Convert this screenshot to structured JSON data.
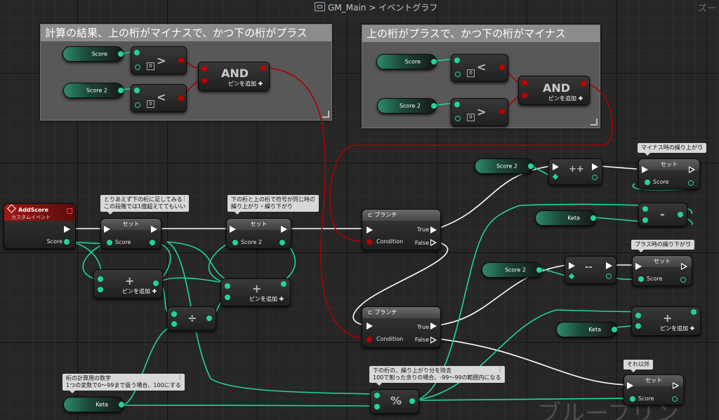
{
  "titlebar": {
    "graph_name": "GM_Main",
    "separator": ">",
    "graph_type": "イベントグラフ",
    "zoom": "ズー"
  },
  "comments": [
    {
      "title": "計算の結果、上の桁がマイナスで、かつ下の桁がプラス"
    },
    {
      "title": "上の桁がプラスで、かつ下の桁がマイナス"
    }
  ],
  "notes": {
    "first_set": [
      "とりあえず下の桁に足してみる",
      "この段階では1億超えててもいい"
    ],
    "second_set": [
      "下の桁と上の桁で符号が同じ時の",
      "繰り上がり・繰り下がり"
    ],
    "minus_set": [
      "マイナス時の繰り上がり"
    ],
    "plus_set": [
      "プラス時の繰り下がり"
    ],
    "keta": [
      "桁の計算用の数字",
      "1つの変数で0～99まで扱う場合、100にする"
    ],
    "modulo": [
      "下の桁の、繰り上がり分を除去",
      "100で割った余りの場合、-99～99の範囲内になる"
    ],
    "else_set": [
      "それ以外"
    ]
  },
  "event": {
    "title": "AddScore",
    "subtitle": "カスタムイベント",
    "out_pin": "Score"
  },
  "labels": {
    "score": "Score",
    "score2": "Score 2",
    "keta": "Keta",
    "set": "セット",
    "branch": "ブランチ",
    "condition": "Condition",
    "true": "True",
    "false": "False",
    "and": "AND",
    "add_pin": "ピンを追加",
    "zero": "0"
  },
  "ops": {
    "plus": "+",
    "minus": "-",
    "divide": "÷",
    "modulo": "%",
    "increment": "++",
    "decrement": "--",
    "greater": ">",
    "less": "<"
  },
  "watermark": "ブループリン",
  "colors": {
    "float_pin": "#23d49a",
    "bool_pin": "#b00000",
    "exec_pin": "#ffffff",
    "event_header": "#8b1010",
    "comment_title": "#8c8c8c"
  }
}
